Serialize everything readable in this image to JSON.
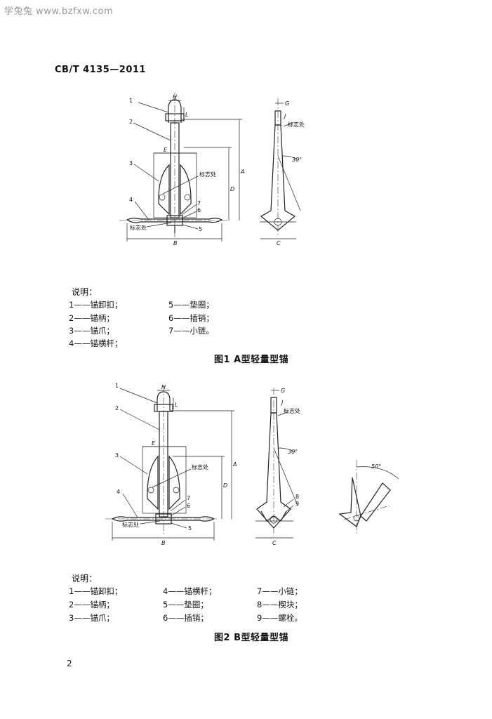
{
  "watermark": "学兔兔 www.bzfxw.com",
  "header": {
    "standard_code": "CB/T 4135—2011"
  },
  "figure1": {
    "caption": "图1   A型轻量型锚",
    "labels": {
      "callouts": [
        "1",
        "2",
        "3",
        "4",
        "5",
        "6",
        "7"
      ],
      "dims": {
        "H": "H",
        "L": "L",
        "E": "E",
        "A": "A",
        "D": "D",
        "B": "B",
        "G": "G",
        "J": "J",
        "C": "C"
      },
      "marking": "标志处",
      "angle": "30°"
    },
    "legend": {
      "title": "说明：",
      "items": [
        "1——锚卸扣；",
        "2——锚柄；",
        "3——锚爪；",
        "4——锚横杆；",
        "5——垫圈；",
        "6——插销；",
        "7——小链。"
      ]
    }
  },
  "figure2": {
    "caption": "图2   B型轻量型锚",
    "labels": {
      "callouts": [
        "1",
        "2",
        "3",
        "4",
        "5",
        "6",
        "7",
        "8",
        "9"
      ],
      "dims": {
        "H": "H",
        "L": "L",
        "E": "E",
        "A": "A",
        "D": "D",
        "B": "B",
        "G": "G",
        "J": "J",
        "C": "C"
      },
      "marking": "标志处",
      "angle1": "30°",
      "angle2": "50°"
    },
    "legend": {
      "title": "说明：",
      "items": [
        "1——锚卸扣；",
        "2——锚柄；",
        "3——锚爪；",
        "4——锚横杆；",
        "5——垫圈；",
        "6——插销；",
        "7——小链；",
        "8——楔块；",
        "9——螺栓。"
      ]
    }
  },
  "page_number": "2"
}
